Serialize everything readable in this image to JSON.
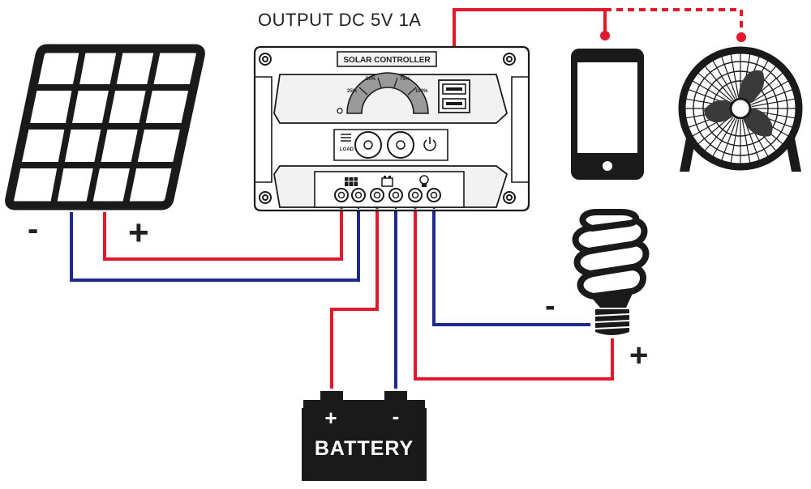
{
  "output_label": "OUTPUT DC 5V 1A",
  "controller": {
    "title": "SOLAR CONTROLLER",
    "gauge_labels": [
      "25%",
      "50%",
      "75%",
      "100%"
    ],
    "load_label": "LOAD",
    "terminal_signs": [
      "+",
      "-",
      "+",
      "-",
      "+",
      "-"
    ]
  },
  "solar_panel": {
    "neg_label": "-",
    "pos_label": "+"
  },
  "battery": {
    "label": "BATTERY",
    "pos_label": "+",
    "neg_label": "-"
  },
  "bulb": {
    "neg_label": "-",
    "pos_label": "+"
  },
  "colors": {
    "positive_wire": "#e0192c",
    "negative_wire": "#1d2a8c",
    "outline": "#1a1a1a"
  }
}
